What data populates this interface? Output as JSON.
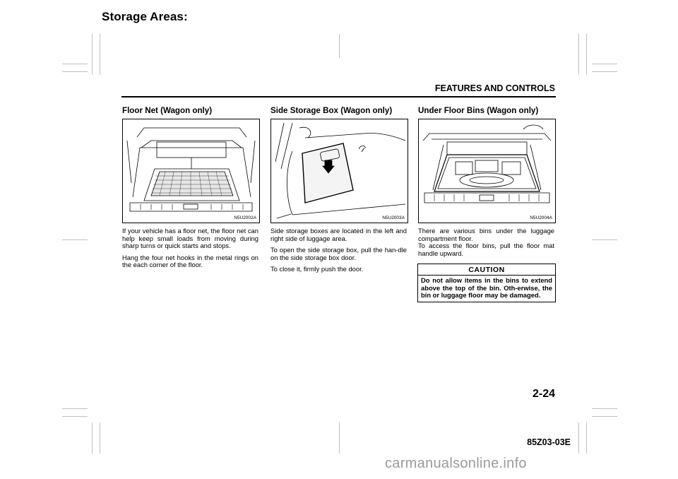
{
  "header": {
    "section_label": "Storage Areas:",
    "chapter_title": "FEATURES AND CONTROLS"
  },
  "columns": [
    {
      "title": "Floor Net (Wagon only)",
      "figure_code": "N5U2002A",
      "paragraphs": [
        "If your vehicle has a floor net, the floor net can help keep small loads from moving during sharp turns or quick starts and stops.",
        "Hang the four net hooks in the metal rings on the each corner of the floor."
      ]
    },
    {
      "title": "Side Storage Box (Wagon only)",
      "figure_code": "N5U2003A",
      "paragraphs": [
        "Side storage boxes are located in the left and right side of luggage area.",
        "To open the side storage box, pull the han-dle on the side storage box door.",
        "To close it, firmly push the door."
      ]
    },
    {
      "title": "Under Floor Bins (Wagon only)",
      "figure_code": "N5U2004A",
      "paragraphs": [
        "There are various bins under the luggage compartment floor.",
        "To access the floor bins, pull the floor mat handle upward."
      ]
    }
  ],
  "caution": {
    "heading": "CAUTION",
    "text": "Do not allow items in the bins to extend above the top of the bin. Oth-erwise, the bin or luggage floor may be damaged."
  },
  "footer": {
    "page_number": "2-24",
    "document_code": "85Z03-03E",
    "watermark": "carmanualsonline.info"
  }
}
